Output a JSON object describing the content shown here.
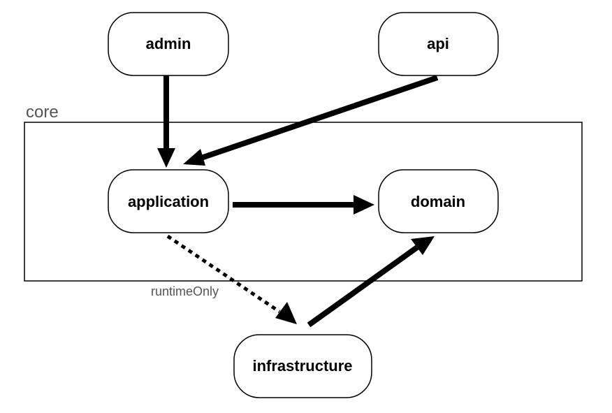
{
  "diagram": {
    "group": {
      "label": "core"
    },
    "nodes": {
      "admin": {
        "label": "admin"
      },
      "api": {
        "label": "api"
      },
      "application": {
        "label": "application"
      },
      "domain": {
        "label": "domain"
      },
      "infrastructure": {
        "label": "infrastructure"
      }
    },
    "edges": [
      {
        "from": "admin",
        "to": "application",
        "style": "solid"
      },
      {
        "from": "api",
        "to": "application",
        "style": "solid"
      },
      {
        "from": "application",
        "to": "domain",
        "style": "solid"
      },
      {
        "from": "application",
        "to": "infrastructure",
        "style": "dotted",
        "label": "runtimeOnly"
      },
      {
        "from": "infrastructure",
        "to": "domain",
        "style": "solid"
      }
    ]
  }
}
